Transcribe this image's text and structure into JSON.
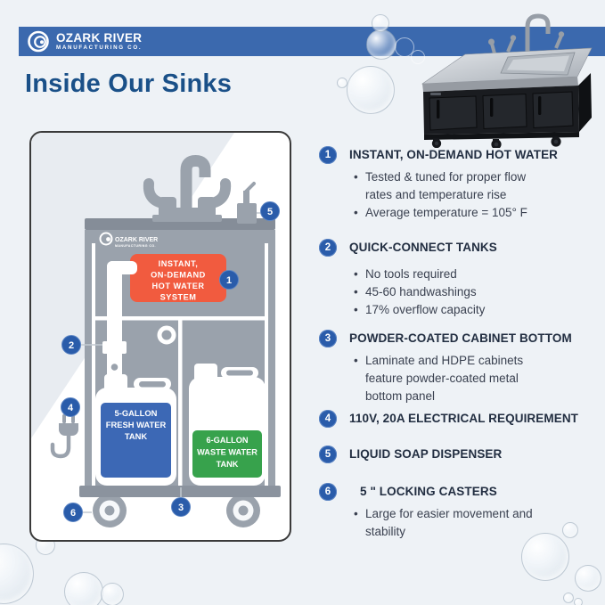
{
  "header": {
    "logo_title": "OZARK RIVER",
    "logo_subtitle": "MANUFACTURING CO."
  },
  "page": {
    "title": "Inside Our Sinks"
  },
  "diagram": {
    "cabinet_logo": {
      "title": "OZARK RIVER",
      "subtitle": "MANUFACTURING CO."
    },
    "hot_water_label": {
      "lines": [
        "INSTANT,",
        "ON-DEMAND",
        "HOT WATER",
        "SYSTEM"
      ]
    },
    "fresh_tank_label": {
      "lines": [
        "5-GALLON",
        "FRESH WATER",
        "TANK"
      ]
    },
    "waste_tank_label": {
      "lines": [
        "6-GALLON",
        "WASTE WATER",
        "TANK"
      ]
    },
    "callouts": [
      "1",
      "2",
      "3",
      "4",
      "5",
      "6"
    ]
  },
  "features": [
    {
      "number": "1",
      "title": "INSTANT, ON-DEMAND HOT WATER",
      "bullets": [
        "Tested & tuned for proper flow rates and temperature rise",
        "Average temperature = 105° F"
      ]
    },
    {
      "number": "2",
      "title": "QUICK-CONNECT TANKS",
      "bullets": [
        "No tools required",
        "45-60 handwashings",
        "17% overflow capacity"
      ]
    },
    {
      "number": "3",
      "title": "POWDER-COATED CABINET BOTTOM",
      "bullets": [
        "Laminate and HDPE cabinets feature powder-coated metal bottom panel"
      ]
    },
    {
      "number": "4",
      "title": "110V, 20A ELECTRICAL REQUIREMENT",
      "bullets": []
    },
    {
      "number": "5",
      "title": "LIQUID SOAP DISPENSER",
      "bullets": []
    },
    {
      "number": "6",
      "title": "5 \" LOCKING CASTERS",
      "bullets": [
        "Large for easier movement and stability"
      ]
    }
  ],
  "colors": {
    "header_blue": "#3b69ae",
    "title_navy": "#1a5088",
    "badge_blue": "#2a5caa",
    "hot_water_orange": "#f15b3f",
    "fresh_tank_blue": "#3c68b5",
    "waste_tank_green": "#37a24c",
    "cabinet_gray": "#9aa2ac"
  }
}
